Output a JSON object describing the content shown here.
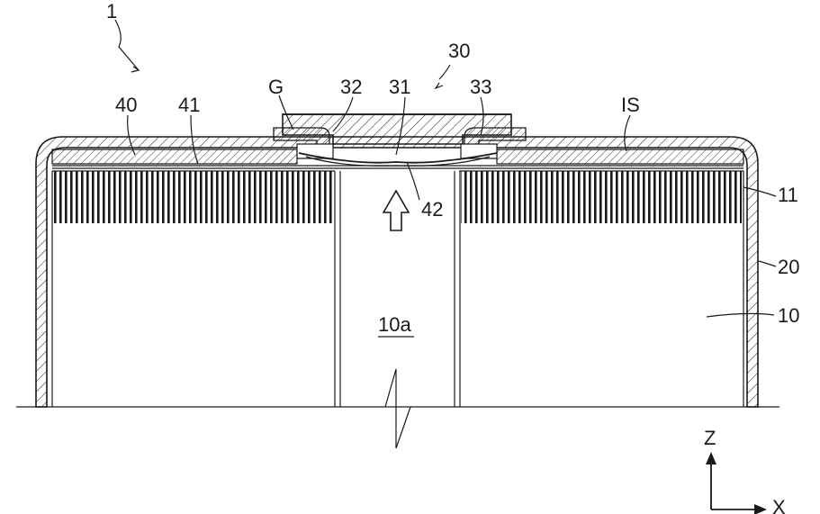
{
  "figure": {
    "labels": {
      "assembly": "1",
      "cap_assembly": "30",
      "gasket": "G",
      "plate_32": "32",
      "plate_31": "31",
      "plate_33": "33",
      "insulator": "IS",
      "member_40": "40",
      "member_41": "41",
      "member_42": "42",
      "tab_11": "11",
      "can_20": "20",
      "electrode_10": "10",
      "core_10a": "10a"
    },
    "axes": {
      "z": "Z",
      "x": "X"
    }
  }
}
